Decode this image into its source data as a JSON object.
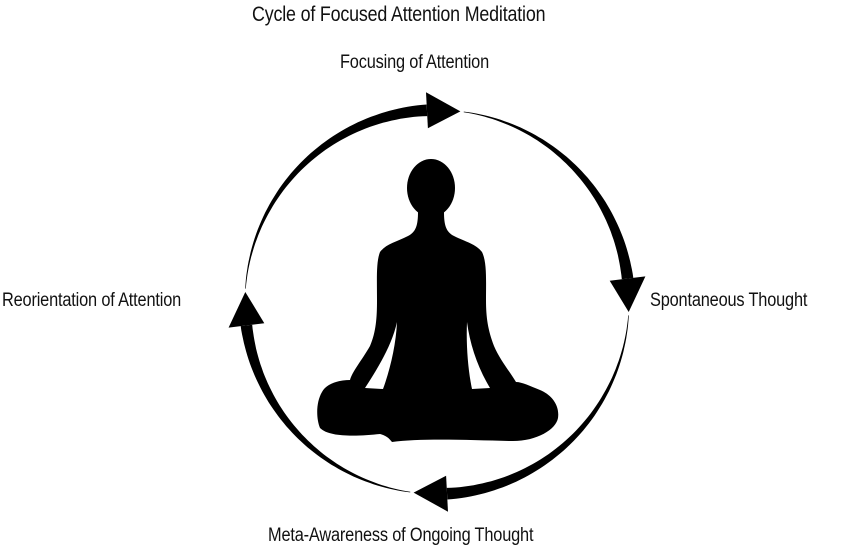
{
  "title": "Cycle of Focused Attention Meditation",
  "stages": [
    {
      "id": "focusing",
      "label": "Focusing of Attention"
    },
    {
      "id": "spontaneous",
      "label": "Spontaneous Thought"
    },
    {
      "id": "meta-awareness",
      "label": "Meta-Awareness of Ongoing Thought"
    },
    {
      "id": "reorientation",
      "label": "Reorientation of Attention"
    }
  ],
  "cycle_direction": "clockwise",
  "colors": {
    "ink": "#000000",
    "background": "#ffffff"
  },
  "center_icon": "meditating-person-icon"
}
